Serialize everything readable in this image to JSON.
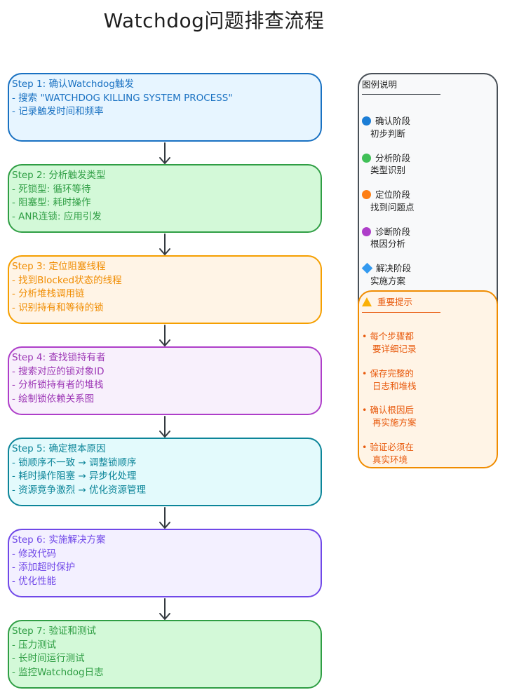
{
  "title": "Watchdog问题排查流程",
  "steps": [
    {
      "lines": [
        "Step 1: 确认Watchdog触发",
        "- 搜索 \"WATCHDOG KILLING SYSTEM PROCESS\"",
        "- 记录触发时间和频率"
      ],
      "fill": "#e7f5ff",
      "stroke": "#1971c2",
      "text": "#1971c2"
    },
    {
      "lines": [
        "Step 2: 分析触发类型",
        "- 死锁型: 循环等待",
        "- 阻塞型: 耗时操作",
        "- ANR连锁: 应用引发"
      ],
      "fill": "#d3f9d8",
      "stroke": "#2f9e44",
      "text": "#2f9e44"
    },
    {
      "lines": [
        "Step 3: 定位阻塞线程",
        "- 找到Blocked状态的线程",
        "- 分析堆栈调用链",
        "- 识别持有和等待的锁"
      ],
      "fill": "#fff4e6",
      "stroke": "#f59f00",
      "text": "#f08c00"
    },
    {
      "lines": [
        "Step 4: 查找锁持有者",
        "- 搜索对应的锁对象ID",
        "- 分析锁持有者的堆栈",
        "- 绘制锁依赖关系图"
      ],
      "fill": "#f8f0fc",
      "stroke": "#ae3ec9",
      "text": "#9c36b5"
    },
    {
      "lines": [
        "Step 5: 确定根本原因",
        "- 锁顺序不一致 → 调整锁顺序",
        "- 耗时操作阻塞 → 异步化处理",
        "- 资源竞争激烈 → 优化资源管理"
      ],
      "fill": "#e3fafc",
      "stroke": "#0c8599",
      "text": "#0c8599"
    },
    {
      "lines": [
        "Step 6: 实施解决方案",
        "- 修改代码",
        "- 添加超时保护",
        "- 优化性能"
      ],
      "fill": "#f3f0ff",
      "stroke": "#7048e8",
      "text": "#7048e8"
    },
    {
      "lines": [
        "Step 7: 验证和测试",
        "- 压力测试",
        "- 长时间运行测试",
        "- 监控Watchdog日志"
      ],
      "fill": "#d3f9d8",
      "stroke": "#2f9e44",
      "text": "#2f9e44"
    }
  ],
  "legend": {
    "title": "图例说明",
    "items": [
      {
        "icon": "blue-circle",
        "color": "#1c7ed6",
        "label": "确认阶段",
        "sub": "初步判断"
      },
      {
        "icon": "green-circle",
        "color": "#40c057",
        "label": "分析阶段",
        "sub": "类型识别"
      },
      {
        "icon": "orange-circle",
        "color": "#fd7e14",
        "label": "定位阶段",
        "sub": "找到问题点"
      },
      {
        "icon": "purple-circle",
        "color": "#ae3ec9",
        "label": "诊断阶段",
        "sub": "根因分析"
      },
      {
        "icon": "blue-diamond",
        "color": "#339af0",
        "label": "解决阶段",
        "sub": "实施方案"
      }
    ]
  },
  "tips": {
    "icon": "warning-icon",
    "title": "重要提示",
    "bullet": "•",
    "items": [
      {
        "label": "每个步骤都",
        "sub": "要详细记录"
      },
      {
        "label": "保存完整的",
        "sub": "日志和堆栈"
      },
      {
        "label": "确认根因后",
        "sub": "再实施方案"
      },
      {
        "label": "验证必须在",
        "sub": "真实环境"
      }
    ]
  }
}
